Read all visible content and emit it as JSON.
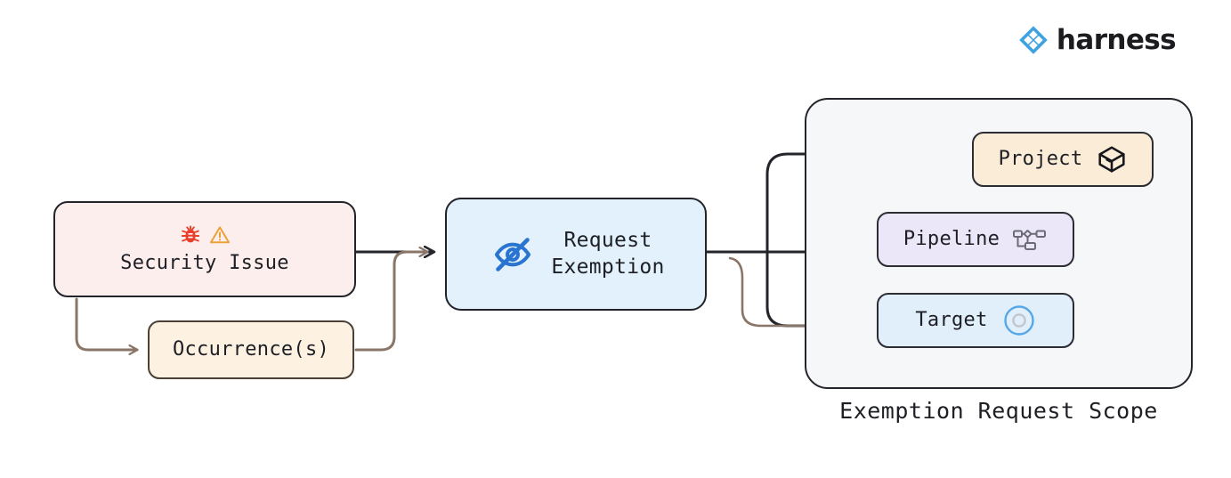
{
  "brand": {
    "name": "harness",
    "logo_icon": "harness-diamond-logo",
    "logo_color": "#3fa2e0",
    "wordmark_color": "#1b1b20"
  },
  "diagram": {
    "type": "flowchart",
    "direction": "left-to-right",
    "nodes": [
      {
        "id": "security_issue",
        "label": "Security Issue",
        "icons": [
          "bug-icon",
          "warning-triangle-icon"
        ],
        "fill": "#fdeeee",
        "stroke": "#22242a"
      },
      {
        "id": "occurrences",
        "label": "Occurrence(s)",
        "icons": [],
        "fill": "#fdf2e2",
        "stroke": "#4a4036"
      },
      {
        "id": "request_exemption",
        "label": "Request\nExemption",
        "label_line1": "Request",
        "label_line2": "Exemption",
        "icons": [
          "eye-off-icon"
        ],
        "icon_color": "#2874d0",
        "fill": "#e2f1fc",
        "stroke": "#22242a"
      },
      {
        "id": "project",
        "label": "Project",
        "icons": [
          "cube-box-icon"
        ],
        "fill": "#fbecd8",
        "stroke": "#2b2d33"
      },
      {
        "id": "pipeline",
        "label": "Pipeline",
        "icons": [
          "pipeline-nodes-icon"
        ],
        "icon_color": "#6b6b76",
        "fill": "#ece7f8",
        "stroke": "#2b2d33"
      },
      {
        "id": "target",
        "label": "Target",
        "icons": [
          "target-circle-icon"
        ],
        "icon_color": "#54a7e8",
        "fill": "#e1effb",
        "stroke": "#2b2d33"
      }
    ],
    "groups": [
      {
        "id": "exemption_request_scope",
        "caption": "Exemption Request Scope",
        "fill": "#f5f7f9",
        "stroke": "#23252b",
        "contains": [
          "project",
          "pipeline",
          "target"
        ]
      }
    ],
    "edges": [
      {
        "from": "security_issue",
        "to": "request_exemption",
        "color": "#23252b"
      },
      {
        "from": "security_issue",
        "to": "occurrences",
        "color": "#8a7668"
      },
      {
        "from": "occurrences",
        "to": "request_exemption",
        "color": "#8a7668"
      },
      {
        "from": "request_exemption",
        "to": "project",
        "color": "#23252b"
      },
      {
        "from": "request_exemption",
        "to": "pipeline",
        "color": "#23252b"
      },
      {
        "from": "request_exemption",
        "to": "target",
        "color": "#23252b"
      },
      {
        "from": "occurrences",
        "to": "target",
        "color": "#8a7668"
      },
      {
        "from": "project",
        "to": "pipeline",
        "color": "#23252b"
      },
      {
        "from": "project",
        "to": "target",
        "color": "#23252b"
      }
    ],
    "colors": {
      "bug_icon": "#e8402a",
      "warning_icon": "#eba038",
      "eye_off_icon": "#2874d0",
      "edge_dark": "#23252b",
      "edge_brown": "#8a7668",
      "text": "#1d1f24"
    }
  }
}
